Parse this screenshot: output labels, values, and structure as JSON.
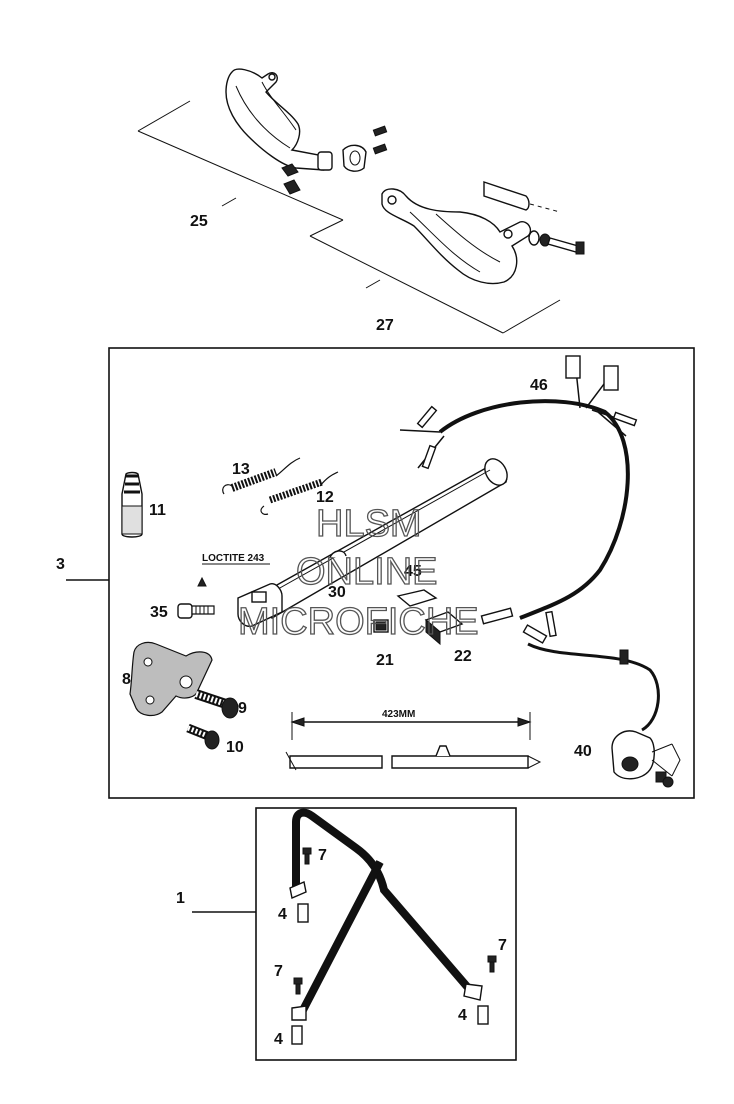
{
  "labels": {
    "p25": "25",
    "p27": "27",
    "p3": "3",
    "p46": "46",
    "p13": "13",
    "p12": "12",
    "p11": "11",
    "p45": "45",
    "p30": "30",
    "p35": "35",
    "p21": "21",
    "p22": "22",
    "p8": "8",
    "p9": "9",
    "p10": "10",
    "p40": "40",
    "p1": "1",
    "p7a": "7",
    "p4a": "4",
    "p7b": "7",
    "p7c": "7",
    "p4b": "4",
    "p4c": "4"
  },
  "notes": {
    "loctite": "LOCTITE 243",
    "dimension": "423MM"
  },
  "watermark": {
    "line1": "HLSM",
    "line2": "ONLINE",
    "line3": "MICROFICHE"
  }
}
